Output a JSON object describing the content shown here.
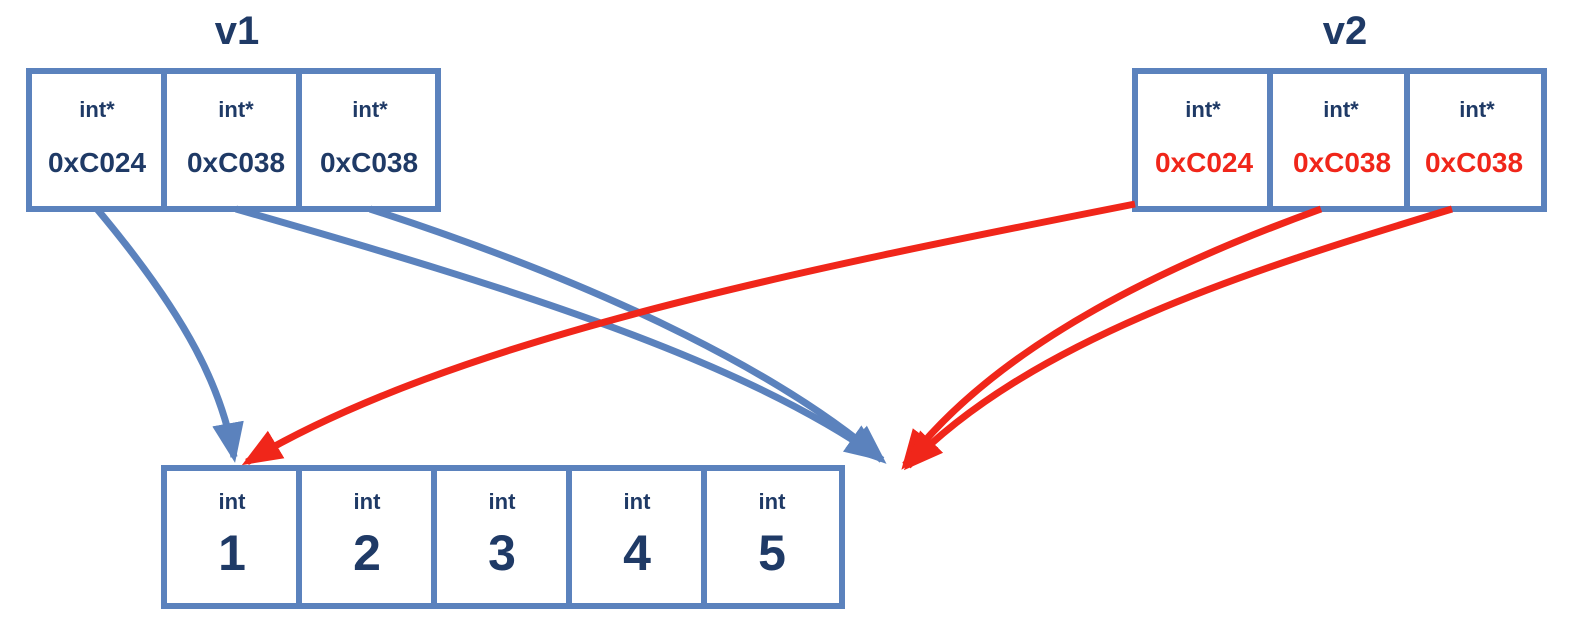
{
  "colors": {
    "box": "#5b82bd",
    "text": "#1f3a66",
    "highlight": "#f0261a"
  },
  "v1": {
    "title": "v1",
    "cells": [
      {
        "type": "int*",
        "addr": "0xC024"
      },
      {
        "type": "int*",
        "addr": "0xC038"
      },
      {
        "type": "int*",
        "addr": "0xC038"
      }
    ]
  },
  "v2": {
    "title": "v2",
    "cells": [
      {
        "type": "int*",
        "addr": "0xC024"
      },
      {
        "type": "int*",
        "addr": "0xC038"
      },
      {
        "type": "int*",
        "addr": "0xC038"
      }
    ]
  },
  "array": {
    "cells": [
      {
        "type": "int",
        "value": "1"
      },
      {
        "type": "int",
        "value": "2"
      },
      {
        "type": "int",
        "value": "3"
      },
      {
        "type": "int",
        "value": "4"
      },
      {
        "type": "int",
        "value": "5"
      }
    ]
  }
}
